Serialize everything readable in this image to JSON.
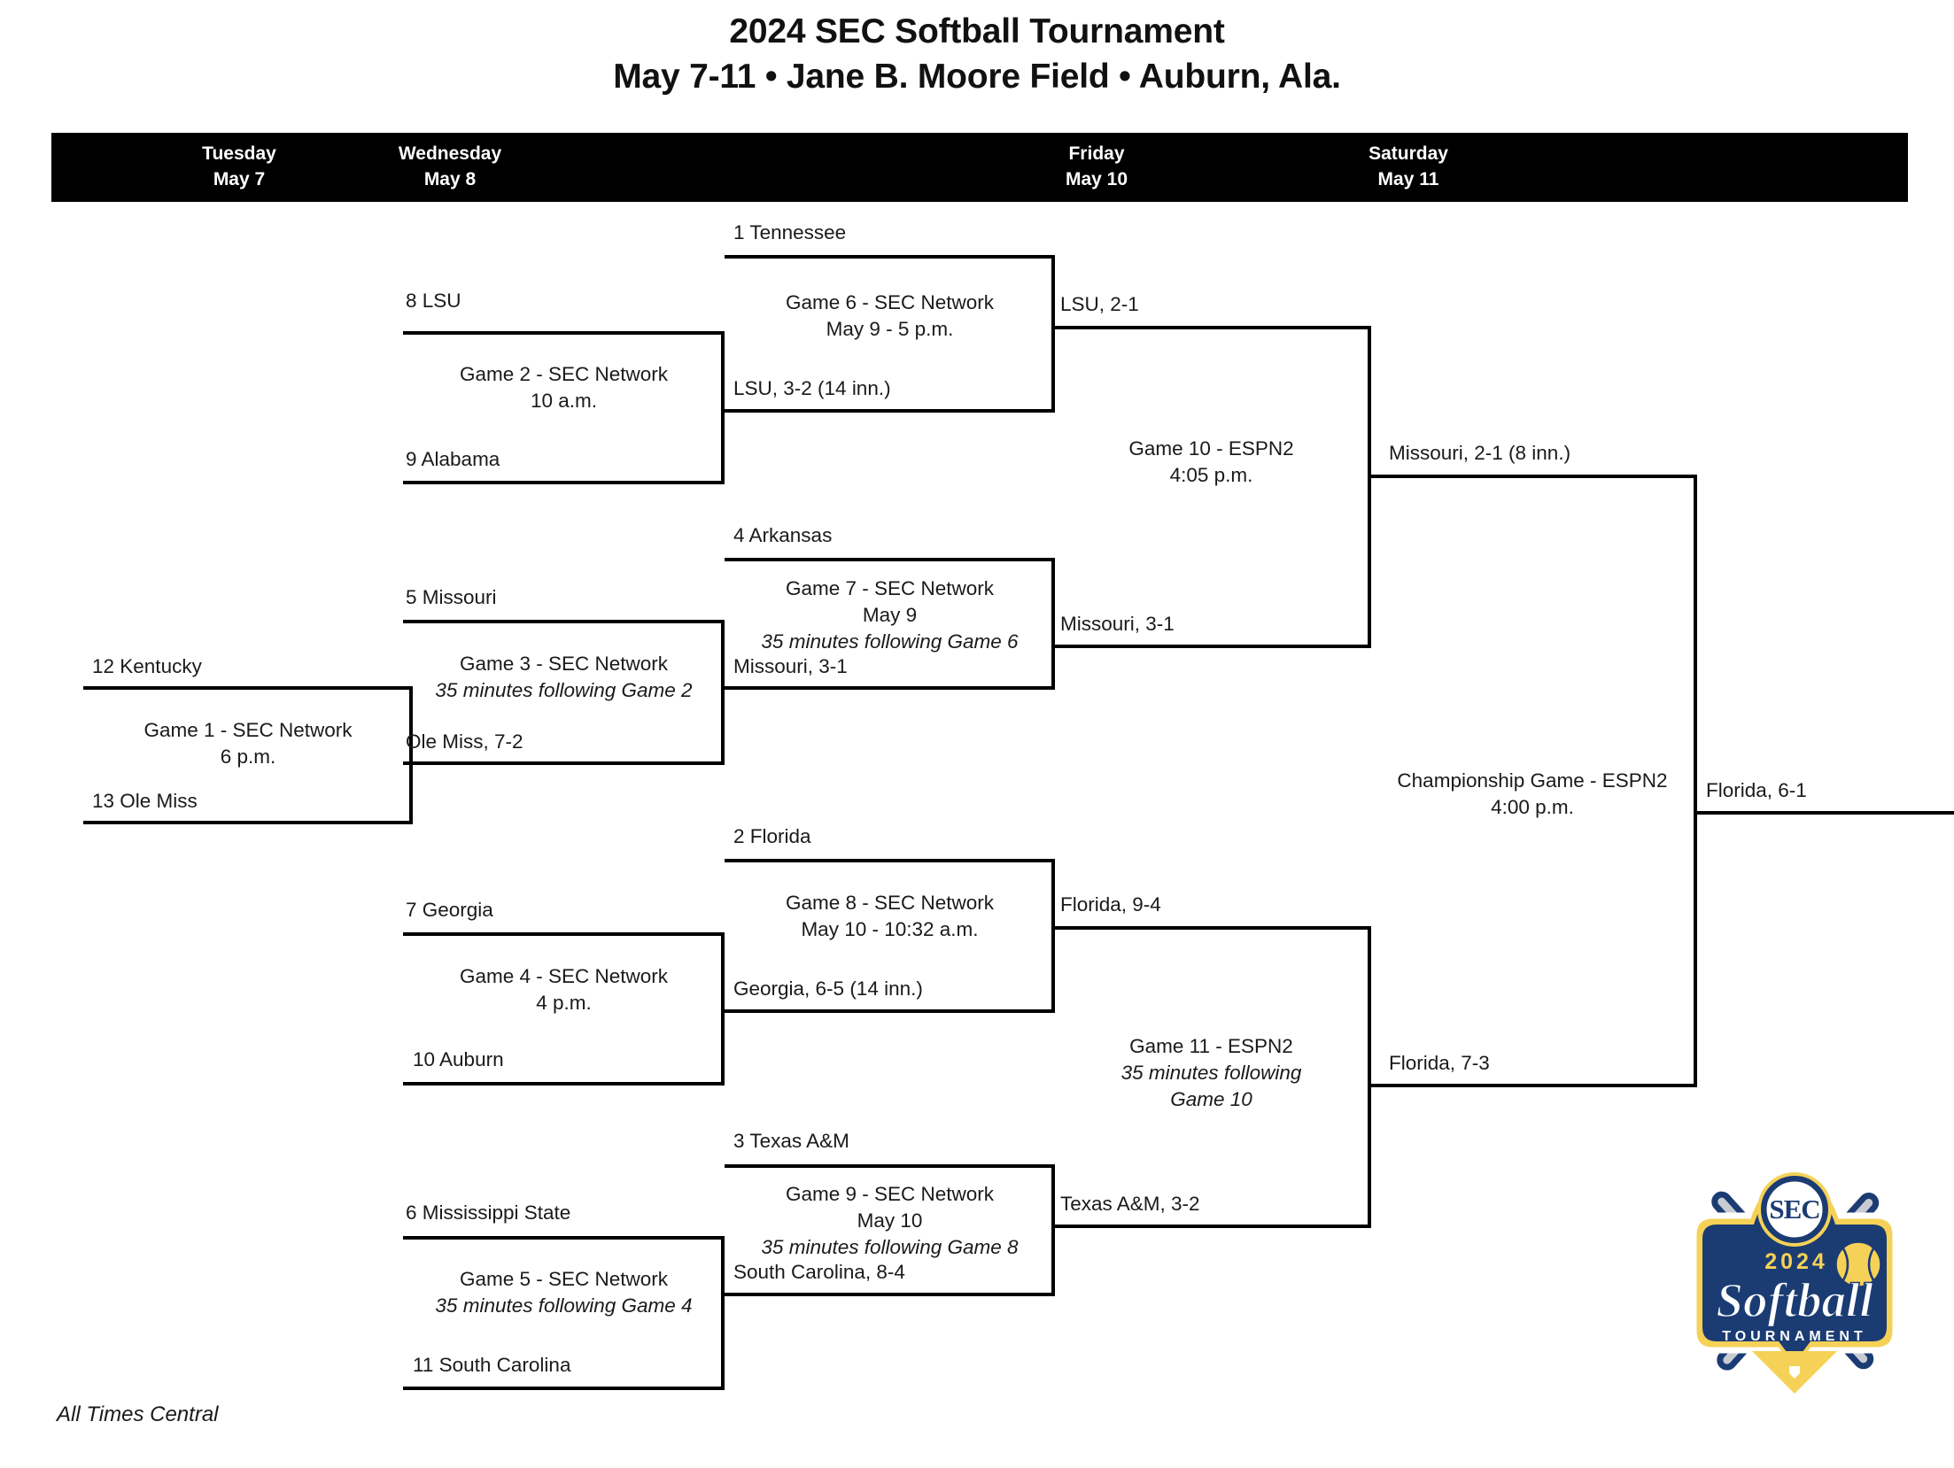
{
  "header": {
    "title_line_1": "2024 SEC Softball Tournament",
    "title_line_2": "May 7-11  •  Jane B. Moore Field  •  Auburn, Ala."
  },
  "days": [
    {
      "name": "Tuesday",
      "date": "May 7"
    },
    {
      "name": "Wednesday",
      "date": "May 8"
    },
    {
      "name": "Friday",
      "date": "May 10"
    },
    {
      "name": "Saturday",
      "date": "May 11"
    }
  ],
  "seeds": {
    "tennessee": "1 Tennessee",
    "lsu": "8 LSU",
    "alabama": "9 Alabama",
    "arkansas": "4 Arkansas",
    "missouri": "5 Missouri",
    "kentucky": "12 Kentucky",
    "ole_miss": "13 Ole Miss",
    "florida": "2 Florida",
    "georgia": "7 Georgia",
    "auburn": "10 Auburn",
    "texas_am": "3 Texas A&M",
    "mississippi_state": "6 Mississippi State",
    "south_carolina": "11 South Carolina"
  },
  "games": {
    "game1": {
      "title": "Game 1 - SEC Network",
      "time": "6 p.m.",
      "result": "Ole Miss, 7-2"
    },
    "game2": {
      "title": "Game 2 - SEC Network",
      "time": "10 a.m.",
      "result": "LSU, 3-2 (14 inn.)"
    },
    "game3": {
      "title": "Game 3 - SEC Network",
      "time": "35 minutes following Game 2",
      "result": "Missouri, 3-1"
    },
    "game4": {
      "title": "Game 4 - SEC Network",
      "time": "4 p.m.",
      "result": "Georgia, 6-5 (14 inn.)"
    },
    "game5": {
      "title": "Game 5 - SEC Network",
      "time": "35 minutes following Game 4",
      "result": "South Carolina, 8-4"
    },
    "game6": {
      "title": "Game 6 - SEC Network",
      "date_time": "May 9 - 5 p.m.",
      "result_in": "LSU, 3-2 (14 inn.)",
      "result_out": "LSU, 2-1"
    },
    "game7": {
      "title": "Game 7 - SEC Network",
      "date": "May 9",
      "time": "35 minutes following Game 6",
      "result_in": "Missouri, 3-1",
      "result_out": "Missouri, 3-1"
    },
    "game8": {
      "title": "Game 8 - SEC Network",
      "date_time": "May 10 - 10:32 a.m.",
      "result_in": "Georgia, 6-5 (14 inn.)",
      "result_out": "Florida, 9-4"
    },
    "game9": {
      "title": "Game 9 - SEC Network",
      "date": "May 10",
      "time": "35 minutes following Game 8",
      "result_in": "South Carolina, 8-4",
      "result_out": "Texas A&M, 3-2"
    },
    "game10": {
      "title": "Game 10 - ESPN2",
      "time": "4:05 p.m.",
      "result": "Missouri, 2-1 (8 inn.)"
    },
    "game11": {
      "title": "Game 11 - ESPN2",
      "time_line_1": "35 minutes following",
      "time_line_2": "Game 10",
      "result_in": "Texas A&M, 3-2",
      "result_out": "Florida, 7-3"
    },
    "championship": {
      "title": "Championship Game - ESPN2",
      "time": "4:00 p.m.",
      "result": "Florida, 6-1"
    }
  },
  "footnote": "All Times Central",
  "logo": {
    "year": "2024",
    "script": "Softball",
    "subtitle": "TOURNAMENT",
    "conference": "SEC",
    "colors": {
      "navy": "#1b3c73",
      "gold": "#f5d157",
      "white": "#ffffff",
      "gray": "#c8ccd2"
    }
  }
}
